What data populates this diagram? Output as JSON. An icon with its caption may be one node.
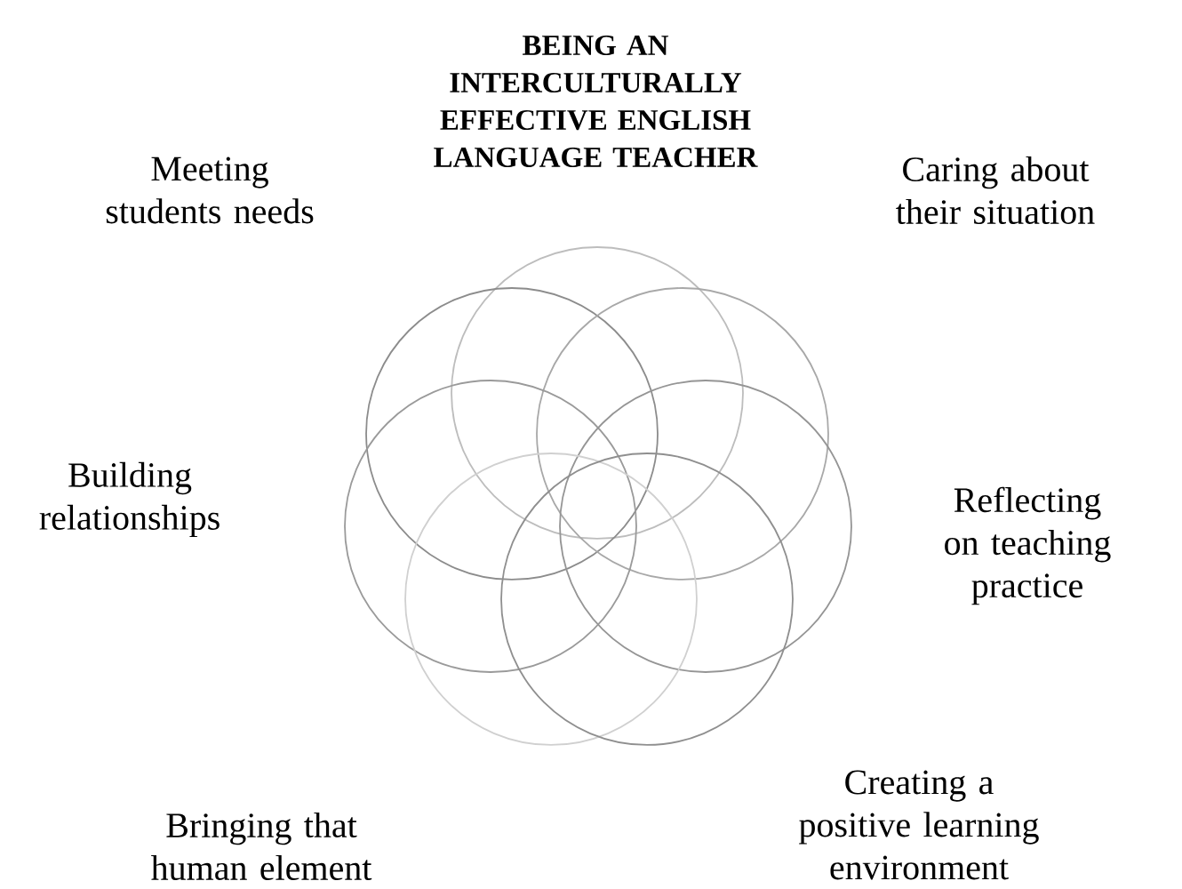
{
  "diagram": {
    "title": "BEING AN INTERCULTURALLY EFFECTIVE ENGLISH LANGUAGE TEACHER",
    "labels": [
      "Meeting students needs",
      "Caring about their situation",
      "Building relationships",
      "Reflecting on teaching practice",
      "Bringing that human element",
      "Creating a positive learning environment"
    ]
  }
}
